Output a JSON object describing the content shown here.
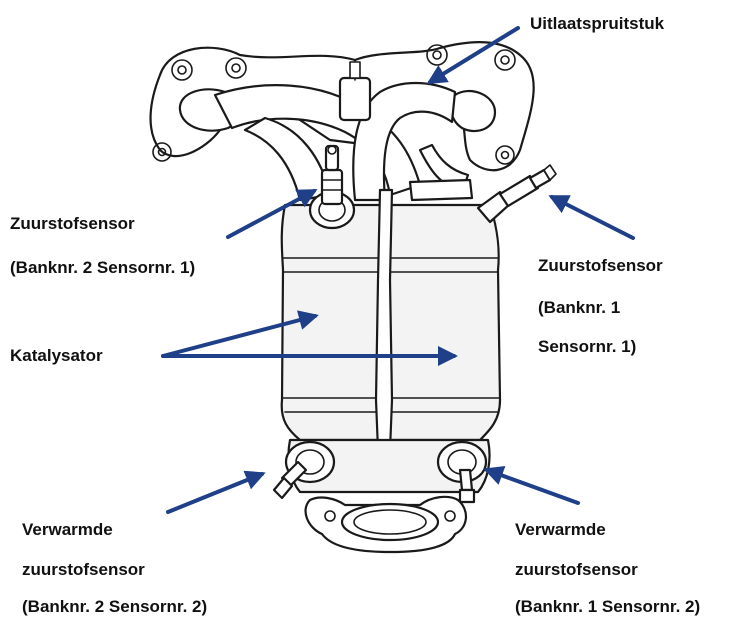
{
  "labels": {
    "exhaust_manifold": "Uitlaatspruitstuk",
    "o2_sensor_bank2_line1": "Zuurstofsensor",
    "o2_sensor_bank2_line2": "(Banknr. 2 Sensornr. 1)",
    "o2_sensor_bank1_line1": "Zuurstofsensor",
    "o2_sensor_bank1_line2": "(Banknr. 1",
    "o2_sensor_bank1_line3": "Sensornr. 1)",
    "catalyst": "Katalysator",
    "heated_bank2_line1": "Verwarmde",
    "heated_bank2_line2": "zuurstofsensor",
    "heated_bank2_line3": "(Banknr. 2 Sensornr. 2)",
    "heated_bank1_line1": "Verwarmde",
    "heated_bank1_line2": "zuurstofsensor",
    "heated_bank1_line3": "(Banknr. 1 Sensornr. 2)"
  },
  "colors": {
    "arrow": "#1f3f88",
    "line_art": "#1a1a1a",
    "text": "#111111",
    "background": "#ffffff"
  }
}
